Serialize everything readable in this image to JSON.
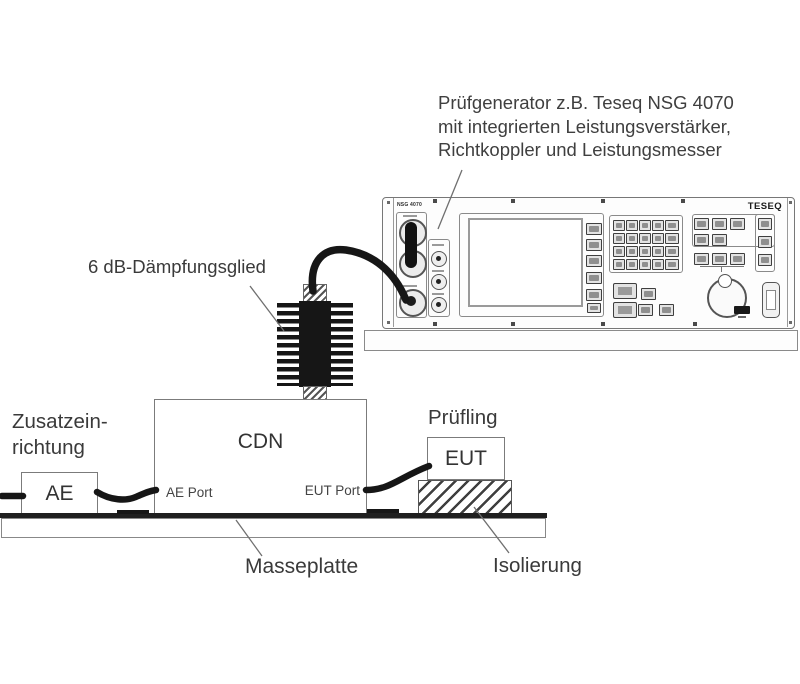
{
  "labels": {
    "generator_caption": {
      "line1": "Prüfgenerator z.B. Teseq NSG 4070",
      "line2": "mit integrierten Leistungsverstärker,",
      "line3": "Richtkoppler und Leistungsmesser"
    },
    "attenuator": "6 dB-Dämpfungsglied",
    "aux_equipment_line1": "Zusatzein-",
    "aux_equipment_line2": "richtung",
    "dut": "Prüfling",
    "ground_plate": "Masseplatte",
    "insulation": "Isolierung"
  },
  "boxes": {
    "ae": "AE",
    "cdn": "CDN",
    "eut": "EUT",
    "ae_port": "AE Port",
    "eut_port": "EUT Port"
  },
  "instrument": {
    "model": "NSG 4070",
    "brand": "TESEQ"
  },
  "colors": {
    "line": "#7b7b7b",
    "text": "#3a3a3a",
    "cable": "#161616",
    "plate": "#1f1f1f",
    "background": "#ffffff"
  }
}
